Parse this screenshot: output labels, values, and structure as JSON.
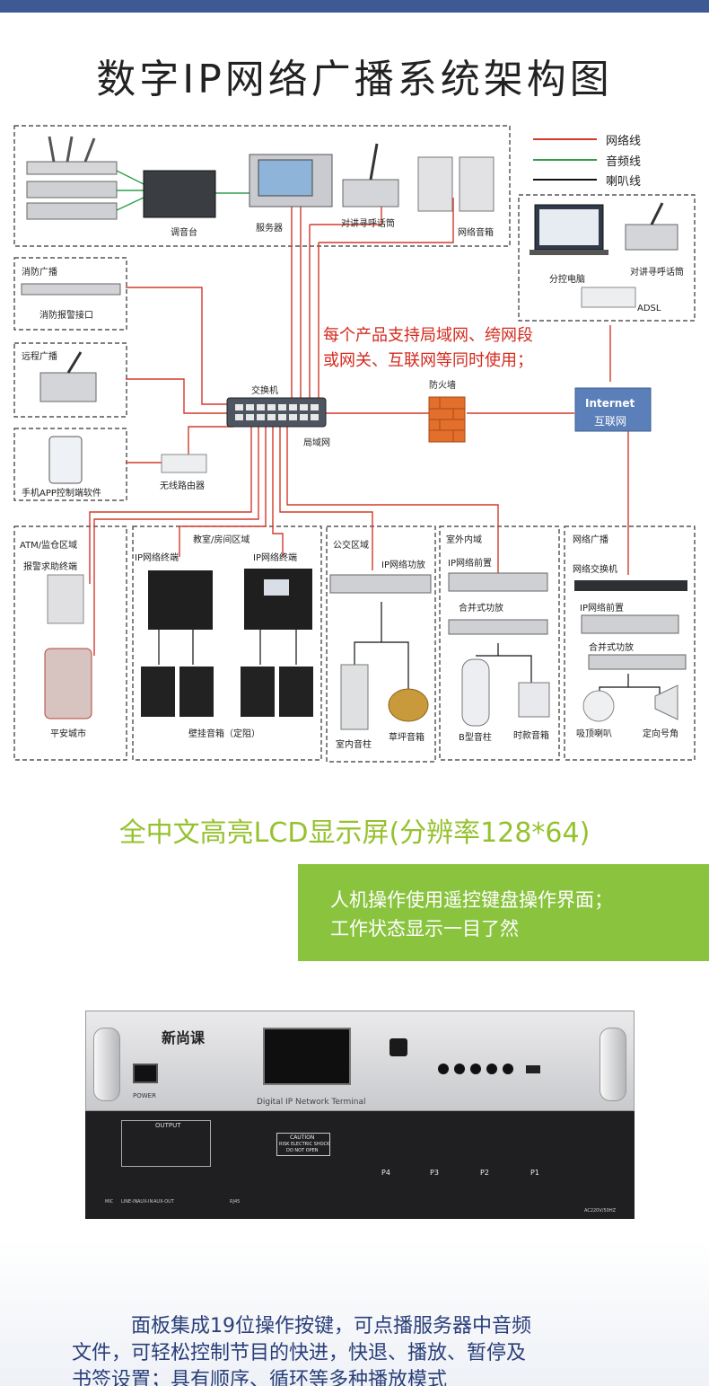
{
  "header": {
    "title": "数字IP网络广播系统架构图"
  },
  "legend": [
    {
      "label": "网络线",
      "color": "#d33a2c"
    },
    {
      "label": "音频线",
      "color": "#2e9e4a"
    },
    {
      "label": "喇叭线",
      "color": "#111111"
    }
  ],
  "diagram": {
    "source": {
      "mixer": "调音台",
      "server": "服务器",
      "intercom": "对讲寻呼话筒",
      "net_speaker": "网络音箱"
    },
    "remote": {
      "pc": "分控电脑",
      "intercom": "对讲寻呼话筒",
      "adsl": "ADSL"
    },
    "fire": {
      "title": "消防广播",
      "device": "消防报警接口"
    },
    "remote_bcast": {
      "title": "远程广播"
    },
    "mobile": {
      "app": "手机APP控制端软件",
      "router": "无线路由器"
    },
    "switch": "交换机",
    "lan": "局域网",
    "firewall": "防火墙",
    "internet": {
      "line1": "Internet",
      "line2": "互联网"
    },
    "note": {
      "line1": "每个产品支持局域网、绔网段",
      "line2": "或网关、互联网等同时使用；"
    },
    "zones": {
      "atm": {
        "title": "ATM/监仓区域",
        "terminal": "报警求助终端",
        "device": "平安城市"
      },
      "classroom": {
        "title": "教室/房间区域",
        "t1": "IP网络终端",
        "t2": "IP网络终端",
        "speakers": "壁挂音箱（定阻）"
      },
      "bus": {
        "title": "公交区域",
        "amp": "IP网络功放",
        "col": "室内音柱",
        "lawn": "草坪音箱"
      },
      "outdoor": {
        "title": "室外内域",
        "pre": "IP网络前置",
        "amp": "合并式功放",
        "bcol": "B型音柱",
        "fashion": "时款音箱"
      },
      "net": {
        "title": "网络广播",
        "switch": "网络交换机",
        "pre": "IP网络前置",
        "amp": "合并式功放",
        "ceiling": "吸顶喇叭",
        "horn": "定向号角"
      }
    }
  },
  "lcd": {
    "title": "全中文高亮LCD显示屏(分辨率128*64)"
  },
  "feature": {
    "line1": "人机操作使用遥控键盘操作界面；",
    "line2": "工作状态显示一目了然"
  },
  "device": {
    "brand": "新尚课",
    "model": "Digital IP Network Terminal",
    "power": "POWER",
    "output": "OUTPUT",
    "caution1": "CAUTION",
    "caution2": "RISK ELECTRIC SHOCK",
    "caution3": "DO NOT OPEN",
    "ports": [
      "P4",
      "P3",
      "P2",
      "P1"
    ],
    "rear_labels": [
      "MIC",
      "LINE-IN",
      "AUX-IN",
      "AUX-OUT"
    ],
    "rj45": "RJ45",
    "ac": "AC220V/50HZ"
  },
  "description": {
    "line1": "面板集成19位操作按键，可点播服务器中音频",
    "line2": "文件，可轻松控制节目的快进，快退、播放、暂停及",
    "line3": "书签设置；具有顺序、循环等多种播放模式"
  }
}
